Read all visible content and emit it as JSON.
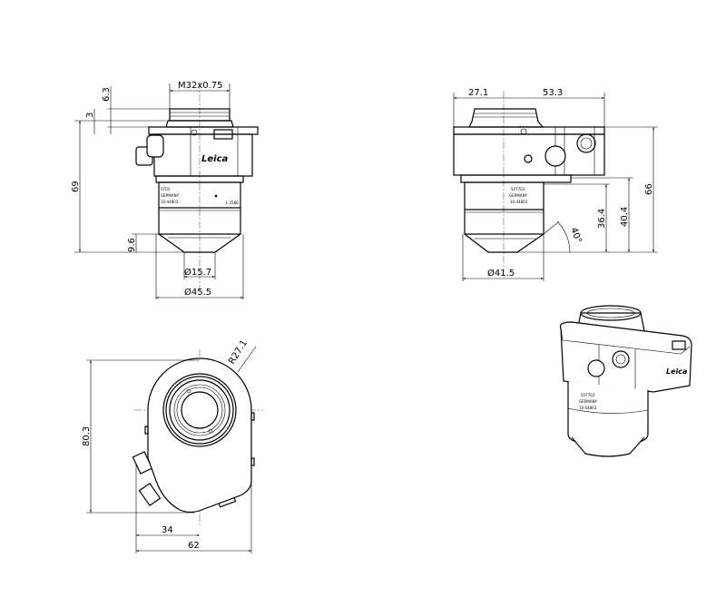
{
  "front_view": {
    "thread": "M32x0.75",
    "dim_top_ring": "6.3",
    "dim_collar": "3",
    "height": "69",
    "cone_height": "9.6",
    "tip_diameter": "Ø15.7",
    "barrel_diameter": "Ø45.5",
    "logo": "Leica",
    "label_lines": [
      "0703",
      "GERMANY",
      "10-44803"
    ],
    "side_label": "L 2586"
  },
  "side_view": {
    "offset_left": "27.1",
    "offset_right": "53.3",
    "height": "66",
    "dim_mid": "40.4",
    "dim_barrel": "36.4",
    "angle": "40°",
    "barrel_diameter": "Ø41.5",
    "label_lines": [
      "507703",
      "GERMANY",
      "10-44803"
    ]
  },
  "bottom_view": {
    "radius": "R27.1",
    "height": "80.3",
    "offset": "34",
    "width": "62"
  },
  "iso_view": {
    "label_lines": [
      "507703",
      "GERMANY",
      "10-44803"
    ],
    "logo": "Leica"
  }
}
